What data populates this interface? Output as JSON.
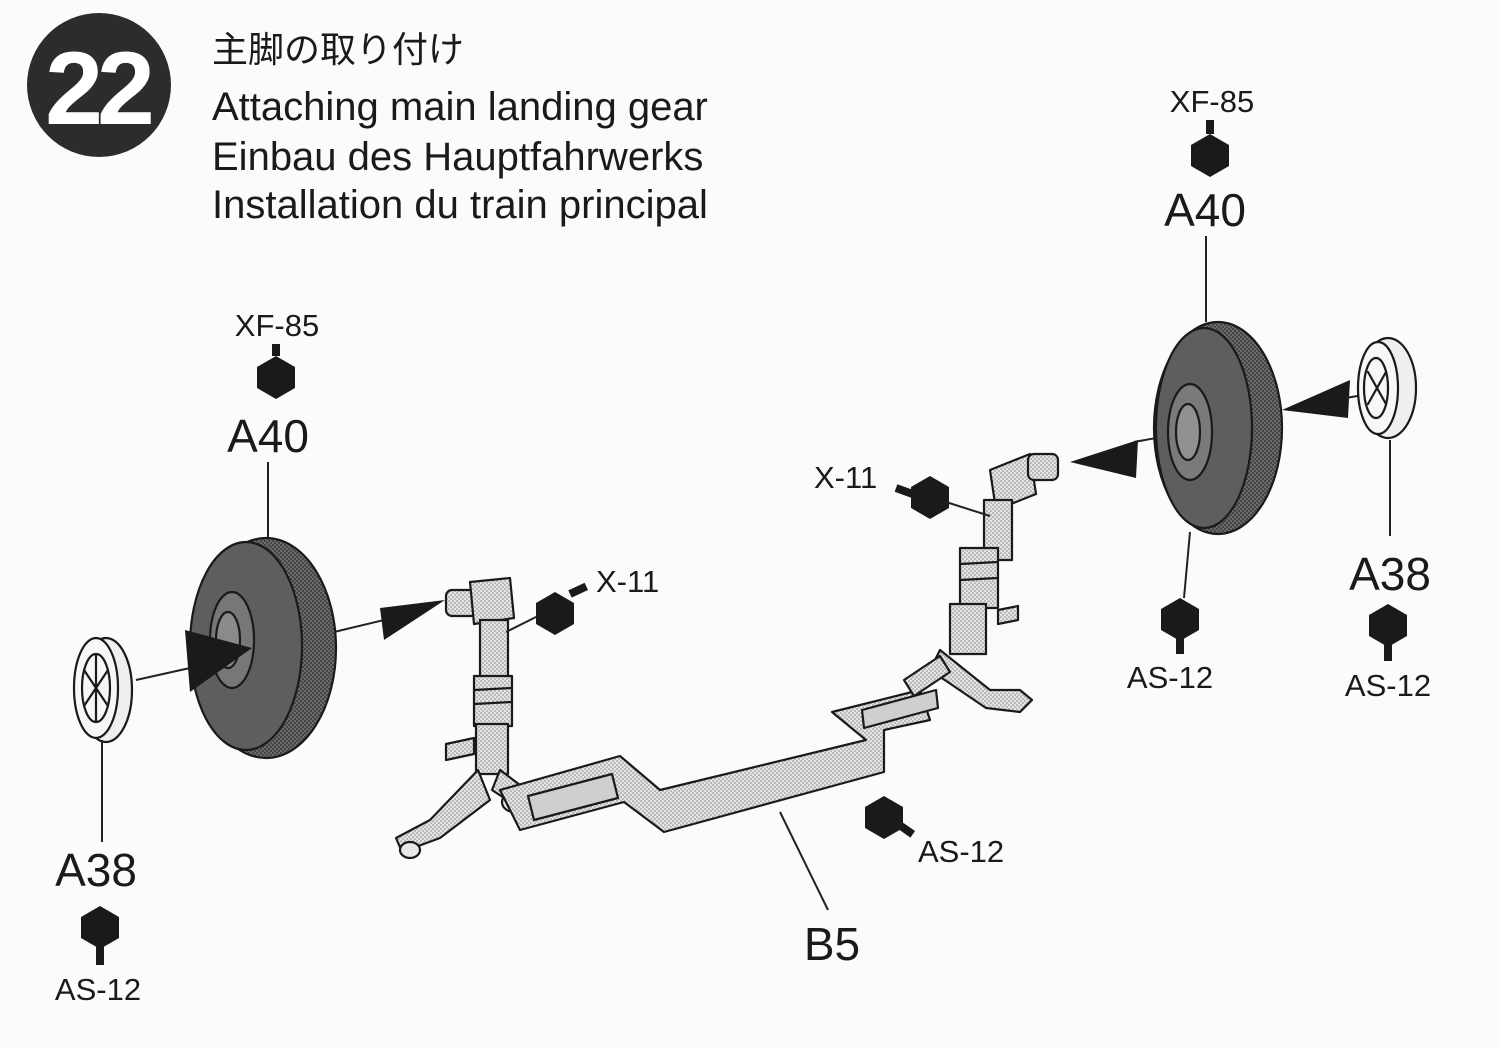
{
  "step": {
    "number": "22",
    "title_jp": "主脚の取り付け",
    "title_en": "Attaching main landing gear",
    "title_de": "Einbau des Hauptfahrwerks",
    "title_fr": "Installation du train principal"
  },
  "parts": {
    "left_tire": "A40",
    "left_tire_paint": "XF-85",
    "left_hub": "A38",
    "left_hub_paint": "AS-12",
    "left_strut_paint": "X-11",
    "right_tire": "A40",
    "right_tire_paint": "XF-85",
    "right_tire_hub_paint": "AS-12",
    "right_hub": "A38",
    "right_hub_paint": "AS-12",
    "right_strut_paint": "X-11",
    "axle_beam": "B5",
    "axle_beam_paint": "AS-12"
  },
  "colors": {
    "ink": "#1a1a1a",
    "tire_fill": "#5a5a5a",
    "part_light": "#d8d8d8",
    "step_badge": "#2a2a2a"
  }
}
